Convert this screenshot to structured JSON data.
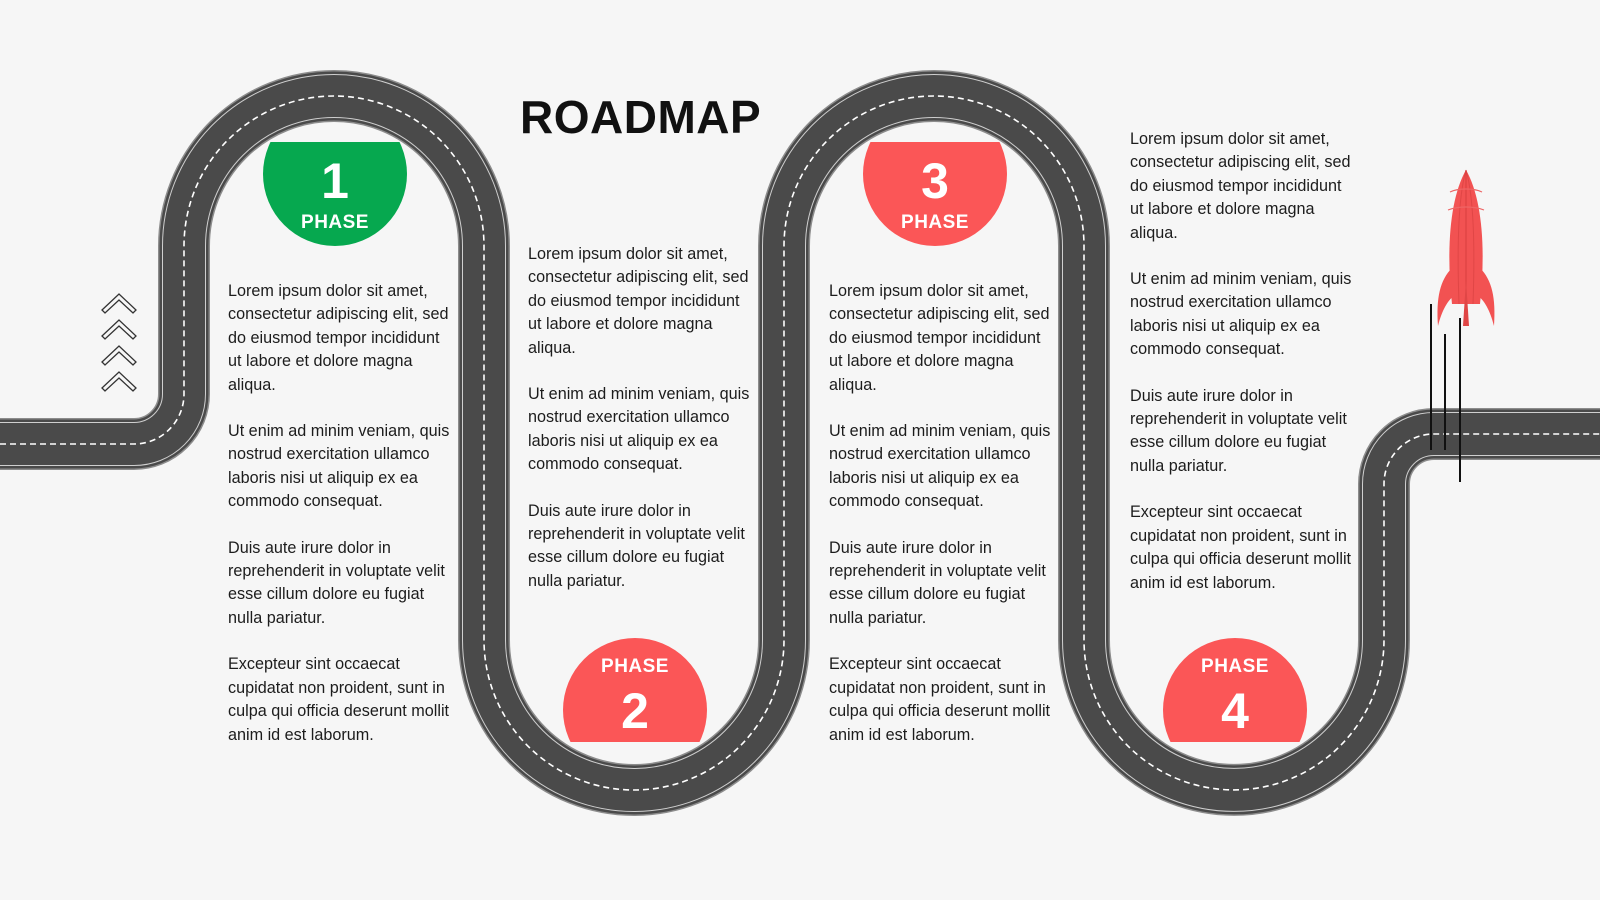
{
  "title": "ROADMAP",
  "colors": {
    "road": "#4a4a4a",
    "road_dash": "#ffffff",
    "background": "#f6f6f6",
    "phase_green": "#06a84f",
    "phase_red": "#fb5657",
    "rocket": "#f25252"
  },
  "phases": [
    {
      "number": "1",
      "label": "PHASE",
      "color": "#06a84f"
    },
    {
      "number": "2",
      "label": "PHASE",
      "color": "#fb5657"
    },
    {
      "number": "3",
      "label": "PHASE",
      "color": "#fb5657"
    },
    {
      "number": "4",
      "label": "PHASE",
      "color": "#fb5657"
    }
  ],
  "columns": [
    {
      "paragraphs": [
        "Lorem ipsum dolor sit amet, consectetur adipiscing elit, sed do eiusmod tempor incididunt ut labore et dolore magna aliqua.",
        "Ut enim ad minim veniam, quis nostrud exercitation ullamco laboris nisi ut aliquip ex ea commodo consequat.",
        "Duis aute irure dolor in reprehenderit in voluptate velit esse cillum dolore eu fugiat nulla pariatur.",
        "Excepteur sint occaecat cupidatat non proident, sunt in culpa qui officia deserunt mollit anim id est laborum."
      ]
    },
    {
      "paragraphs": [
        "Lorem ipsum dolor sit amet, consectetur adipiscing elit, sed do eiusmod tempor incididunt ut labore et dolore magna aliqua.",
        "Ut enim ad minim veniam, quis nostrud exercitation ullamco laboris nisi ut aliquip ex ea commodo consequat.",
        "Duis aute irure dolor in reprehenderit in voluptate velit esse cillum dolore eu fugiat nulla pariatur."
      ]
    },
    {
      "paragraphs": [
        "Lorem ipsum dolor sit amet, consectetur adipiscing elit, sed do eiusmod tempor incididunt ut labore et dolore magna aliqua.",
        "Ut enim ad minim veniam, quis nostrud exercitation ullamco laboris nisi ut aliquip ex ea commodo consequat.",
        "Duis aute irure dolor in reprehenderit in voluptate velit esse cillum dolore eu fugiat nulla pariatur.",
        "Excepteur sint occaecat cupidatat non proident, sunt in culpa qui officia deserunt mollit anim id est laborum."
      ]
    },
    {
      "paragraphs": [
        "Lorem ipsum dolor sit amet, consectetur adipiscing elit, sed do eiusmod tempor incididunt ut labore et dolore magna aliqua.",
        "Ut enim ad minim veniam, quis nostrud exercitation ullamco laboris nisi ut aliquip ex ea commodo consequat.",
        "Duis aute irure dolor in reprehenderit in voluptate velit esse cillum dolore eu fugiat nulla pariatur.",
        "Excepteur sint occaecat cupidatat non proident, sunt in culpa qui officia deserunt mollit anim id est laborum."
      ]
    }
  ],
  "icons": {
    "chevrons": "chevrons-up-icon",
    "rocket": "rocket-icon"
  }
}
